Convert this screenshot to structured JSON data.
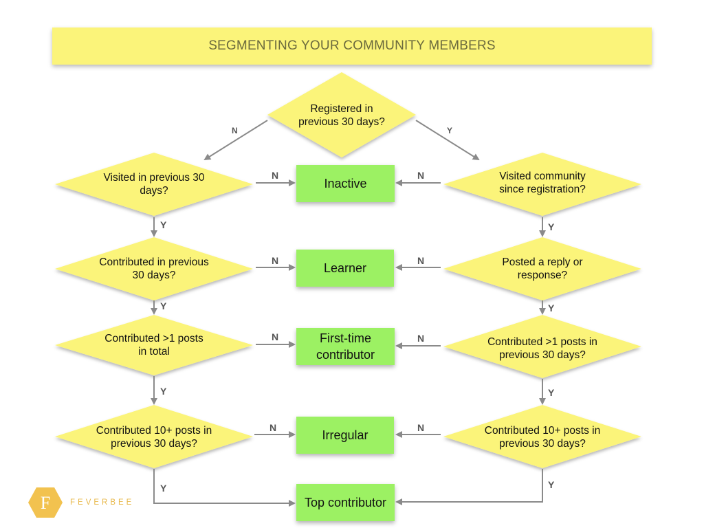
{
  "title": "SEGMENTING YOUR COMMUNITY MEMBERS",
  "decisions": {
    "registered": "Registered in previous 30 days?",
    "visited_previous": "Visited in previous 30 days?",
    "visited_since_registration": "Visited community since registration?",
    "contributed_previous": "Contributed in previous 30 days?",
    "posted_reply": "Posted a reply or response?",
    "contributed_more_than_one_total": "Contributed >1 posts in total",
    "contributed_more_than_one_previous": "Contributed >1 posts in previous 30 days?",
    "contributed_ten_left": "Contributed 10+ posts in previous 30 days?",
    "contributed_ten_right": "Contributed 10+ posts in previous 30 days?"
  },
  "segments": {
    "inactive": "Inactive",
    "learner": "Learner",
    "first_time": "First-time contributor",
    "irregular": "Irregular",
    "top": "Top contributor"
  },
  "branch_labels": {
    "yes": "Y",
    "no": "N"
  },
  "brand": {
    "name": "FEVERBEE",
    "mark": "F"
  },
  "colors": {
    "decision_fill": "#fbf47a",
    "segment_fill": "#9cf163",
    "title_fill": "#fbf47a",
    "arrow": "#8a8a8a",
    "brand": "#e8b84a"
  }
}
